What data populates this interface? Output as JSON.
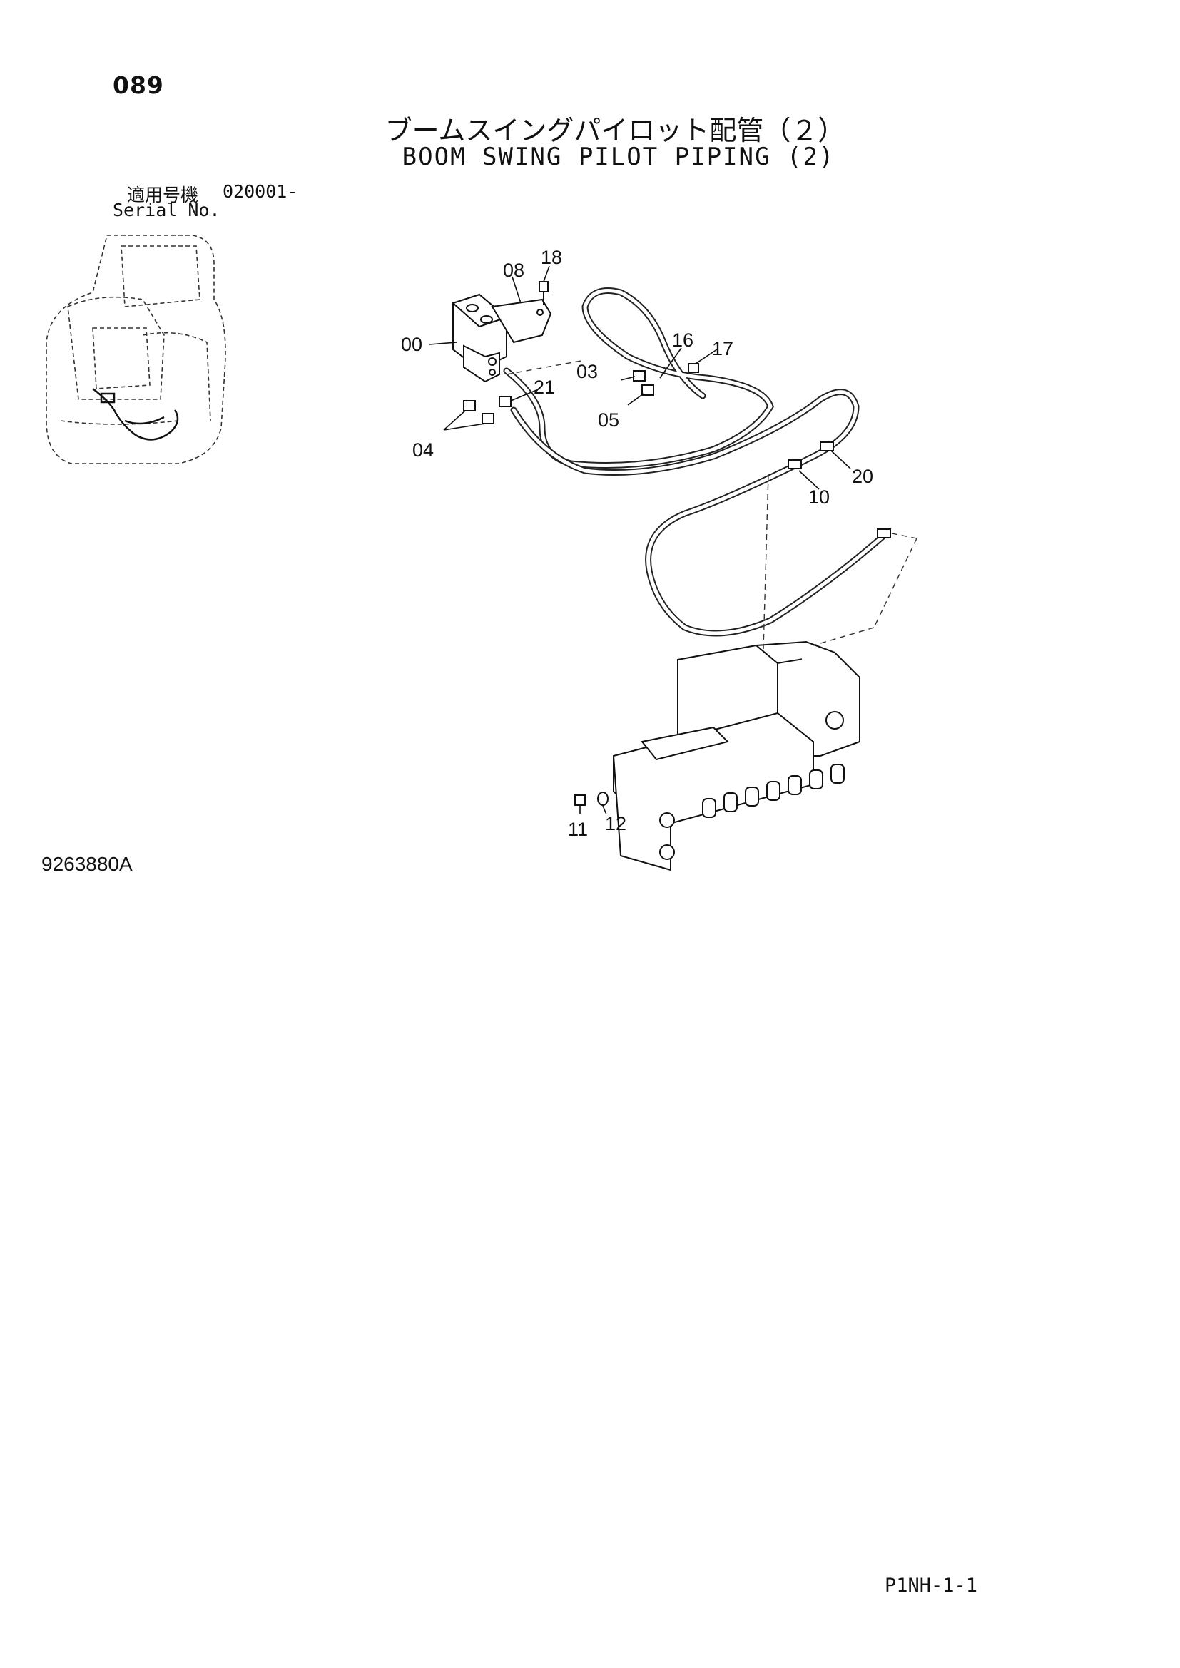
{
  "page_number": "089",
  "title_jp": "ブームスイングパイロット配管（２）",
  "title_en": "BOOM SWING PILOT PIPING (2)",
  "serial": {
    "label_jp": "適用号機",
    "value": "020001-",
    "label_en": "Serial No."
  },
  "drawing_number": "9263880A",
  "footer_code": "P1NH-1-1",
  "callouts": {
    "c00": "00",
    "c03": "03",
    "c04": "04",
    "c05": "05",
    "c08": "08",
    "c10": "10",
    "c11": "11",
    "c12": "12",
    "c16": "16",
    "c17": "17",
    "c18": "18",
    "c20": "20",
    "c21": "21"
  }
}
